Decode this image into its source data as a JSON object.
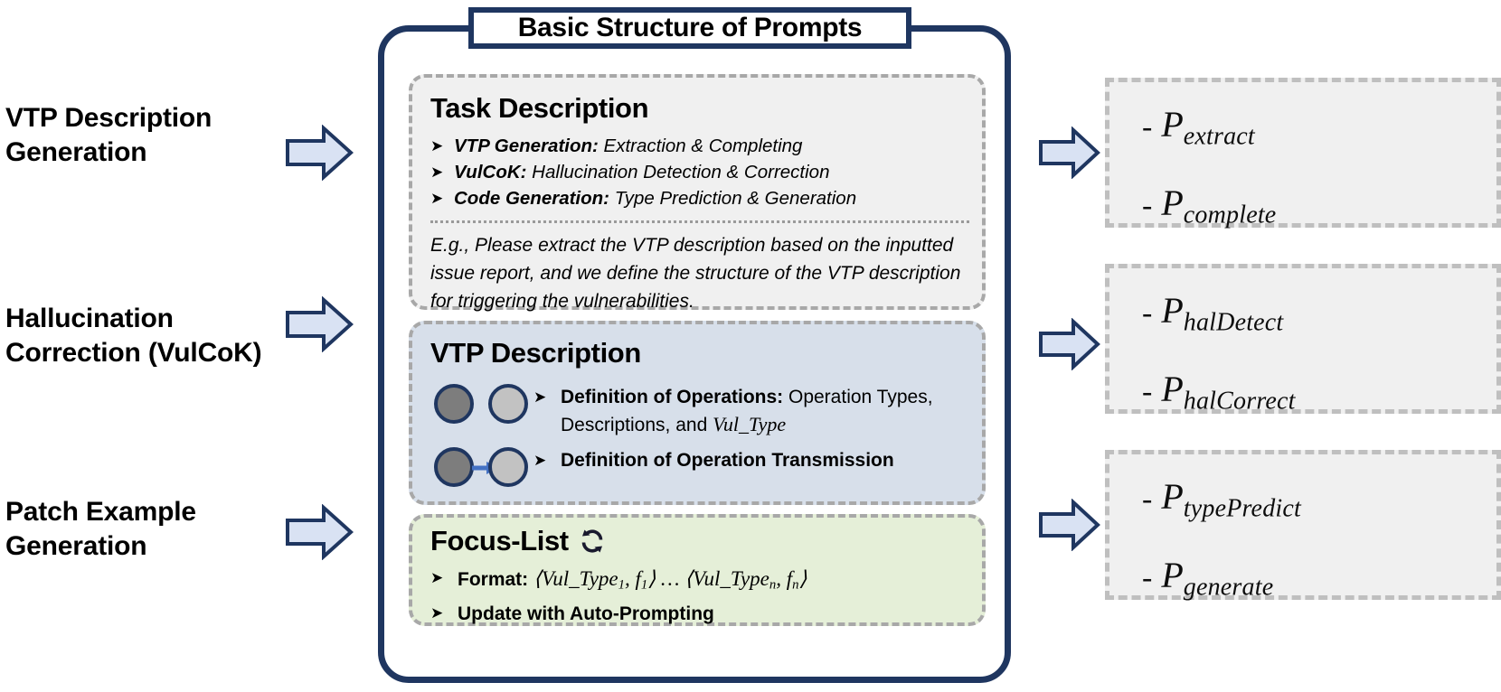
{
  "title": "Basic Structure of Prompts",
  "stages": [
    {
      "label": "VTP Description\nGeneration"
    },
    {
      "label": "Hallucination\nCorrection (VulCoK)"
    },
    {
      "label": "Patch Example\nGeneration"
    }
  ],
  "arrow_icons": {
    "input": "right-block-arrow-icon",
    "output": "right-block-arrow-icon"
  },
  "panels": {
    "task": {
      "title": "Task Description",
      "bullet_marker": "➤",
      "bullets": [
        {
          "label": "VTP Generation:",
          "text": " Extraction & Completing"
        },
        {
          "label": "VulCoK:",
          "text": " Hallucination Detection & Correction"
        },
        {
          "label": "Code Generation:",
          "text": " Type Prediction & Generation"
        }
      ],
      "example": "E.g., Please extract the VTP description based on the inputted issue report, and we define the structure of the VTP description for triggering the vulnerabilities."
    },
    "vtp": {
      "title": "VTP Description",
      "bullet_marker": "➤",
      "rows": [
        {
          "icon": "two-nodes-icon",
          "label": "Definition of Operations:",
          "text": " Operation Types, Descriptions, and ",
          "math": "Vul_Type"
        },
        {
          "icon": "two-nodes-arrow-icon",
          "label": "Definition of Operation Transmission",
          "text": "",
          "math": ""
        }
      ]
    },
    "focus": {
      "title": "Focus-List",
      "icon": "refresh-cycle-icon",
      "bullet_marker": "➤",
      "rows": [
        {
          "label": "Format:",
          "math_1": "⟨Vul_Type",
          "sub_1": "1",
          "math_2": ", f",
          "sub_2": "1",
          "math_3": "⟩ … ⟨Vul_Type",
          "sub_3": "n",
          "math_4": ", f",
          "sub_4": "n",
          "math_5": "⟩"
        },
        {
          "label": "Update with Auto-Prompting",
          "math_1": "",
          "sub_1": "",
          "math_2": "",
          "sub_2": "",
          "math_3": "",
          "sub_3": "",
          "math_4": "",
          "sub_4": "",
          "math_5": ""
        }
      ]
    }
  },
  "outputs": [
    {
      "lines": [
        {
          "dash": "-",
          "symbol": "P",
          "sub": "extract"
        },
        {
          "dash": "-",
          "symbol": "P",
          "sub": "complete"
        }
      ]
    },
    {
      "lines": [
        {
          "dash": "-",
          "symbol": "P",
          "sub": "halDetect"
        },
        {
          "dash": "-",
          "symbol": "P",
          "sub": "halCorrect"
        }
      ]
    },
    {
      "lines": [
        {
          "dash": "-",
          "symbol": "P",
          "sub": "typePredict"
        },
        {
          "dash": "-",
          "symbol": "P",
          "sub": "generate"
        }
      ]
    }
  ],
  "colors": {
    "navy": "#1f3660",
    "arrow_fill": "#d9e2f3",
    "task_bg": "#f0f0f0",
    "vtp_bg": "#d7dfea",
    "focus_bg": "#e5efd8",
    "node_dark": "#7d7d7d",
    "node_light": "#c2c2c2",
    "link_blue": "#4472c4",
    "dash_gray": "#a8a8a8"
  }
}
